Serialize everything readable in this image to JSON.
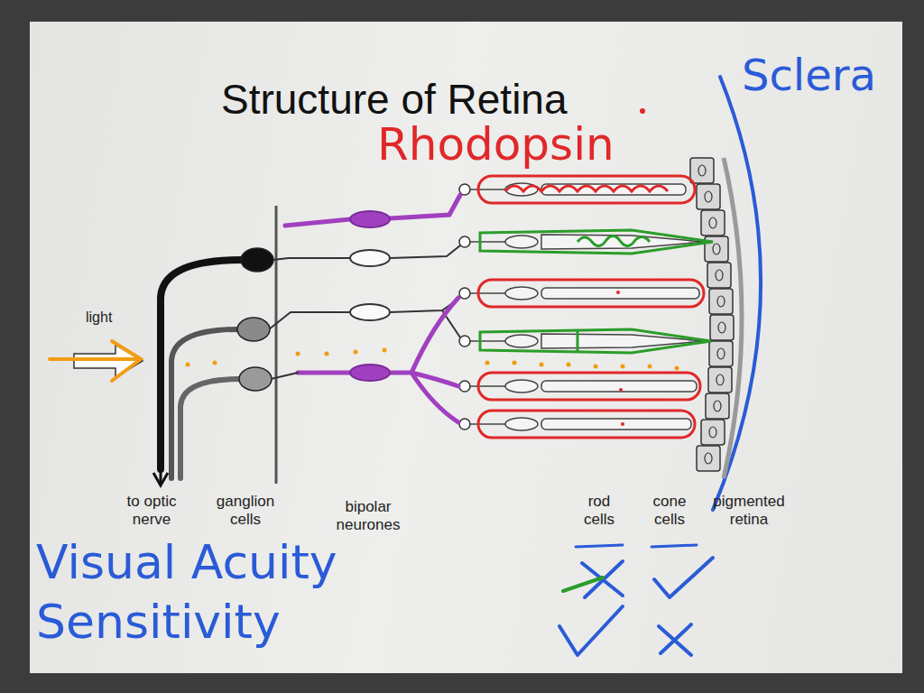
{
  "diagram": {
    "title": "Structure of Retina",
    "labels": [
      "Sclera",
      "Rhodopsin",
      "light",
      "to optic nerve",
      "ganglion cells",
      "bipolar neurones",
      "rod cells",
      "cone cells",
      "pigmented retina",
      "Visual Acuity",
      "Sensitivity"
    ]
  }
}
